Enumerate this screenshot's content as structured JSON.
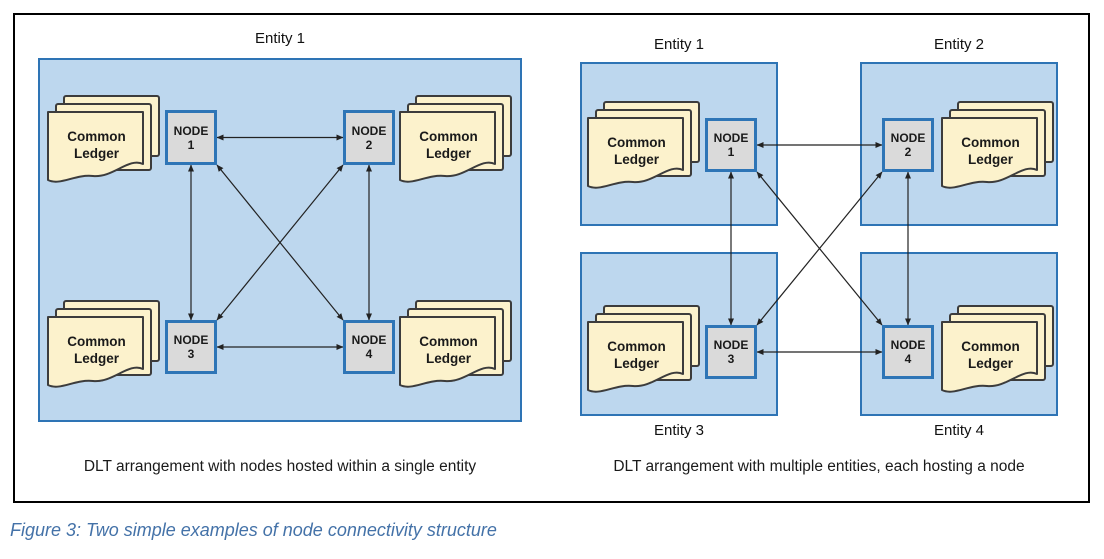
{
  "figure_caption": "Figure 3: Two simple examples of node connectivity structure",
  "ledger_label": "Common Ledger",
  "left_panel": {
    "entity_label": "Entity 1",
    "caption": "DLT arrangement with nodes hosted within a single entity",
    "nodes": [
      {
        "name": "NODE",
        "num": "1"
      },
      {
        "name": "NODE",
        "num": "2"
      },
      {
        "name": "NODE",
        "num": "3"
      },
      {
        "name": "NODE",
        "num": "4"
      }
    ],
    "connections": [
      "1-2",
      "3-4",
      "1-3",
      "2-4",
      "1-4",
      "2-3"
    ]
  },
  "right_panel": {
    "caption": "DLT arrangement with multiple entities, each hosting a node",
    "entities": [
      {
        "label": "Entity 1",
        "node": {
          "name": "NODE",
          "num": "1"
        }
      },
      {
        "label": "Entity 2",
        "node": {
          "name": "NODE",
          "num": "2"
        }
      },
      {
        "label": "Entity 3",
        "node": {
          "name": "NODE",
          "num": "3"
        }
      },
      {
        "label": "Entity 4",
        "node": {
          "name": "NODE",
          "num": "4"
        }
      }
    ],
    "connections": [
      "1-2",
      "3-4",
      "1-3",
      "2-4",
      "1-4",
      "2-3"
    ]
  },
  "colors": {
    "entity_fill": "#BDD7EE",
    "entity_border": "#2E74B5",
    "node_fill": "#DADADA",
    "node_border": "#2E75B6",
    "ledger_fill": "#FCF2CC",
    "ledger_border": "#3C3C3C",
    "connector": "#222222",
    "figure_caption_color": "#4472A8",
    "outer_border": "#000000"
  }
}
